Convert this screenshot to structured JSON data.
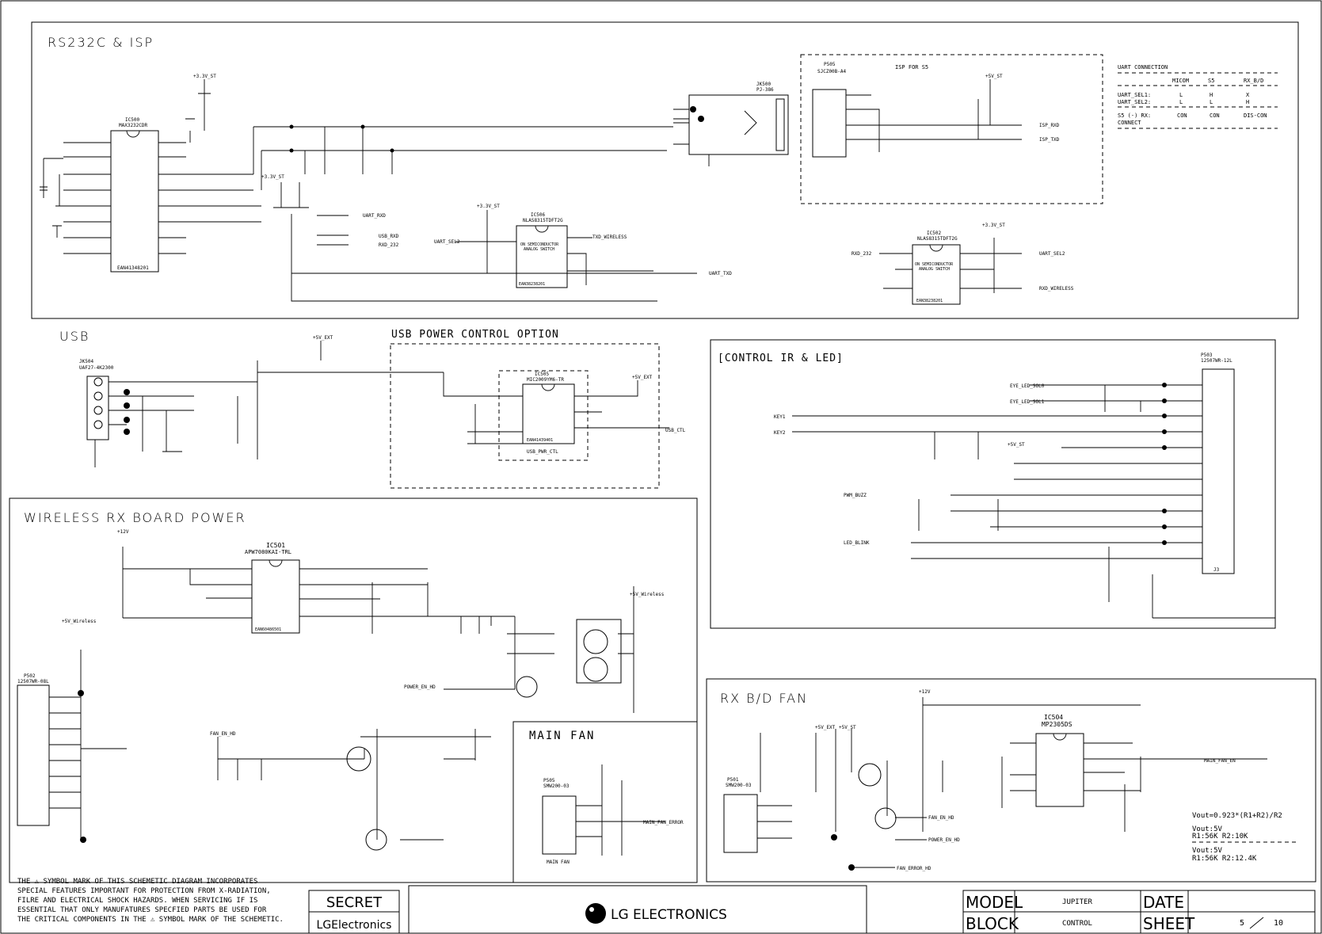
{
  "sections": {
    "rs232": "RS232C & ISP",
    "isp": "ISP FOR S5",
    "usb": "USB",
    "usb_power": "USB POWER CONTROL OPTION",
    "control": "[CONTROL IR & LED]",
    "wireless": "WIRELESS RX BOARD POWER",
    "main_fan": "MAIN FAN",
    "rx_fan": "RX B/D FAN"
  },
  "uart_table": {
    "title": "UART CONNECTION",
    "header": [
      "MICOM",
      "S5",
      "RX_B/D"
    ],
    "rows": [
      [
        "UART_SEL1:",
        "L",
        "H",
        "X"
      ],
      [
        "UART_SEL2:",
        "L",
        "L",
        "H"
      ],
      [
        "S5 (-) RX:",
        "CON",
        "CON",
        "DIS-CON"
      ]
    ],
    "note": "CONNECT"
  },
  "ics": {
    "ic500": {
      "ref": "IC500",
      "part": "MAX3232CDR",
      "bottom": "EAN41348201"
    },
    "ic506": {
      "ref": "IC506",
      "part": "NLAS8315TDFT2G",
      "sub": "ON SEMICONDUCTOR",
      "sub2": "ANALOG SWITCH",
      "bottom": "EAN38238201"
    },
    "ic502": {
      "ref": "IC502",
      "part": "NLAS8315TDFT2G",
      "sub": "ON SEMICONDUCTOR",
      "sub2": "ANALOG SWITCH",
      "bottom": "EAN38238201"
    },
    "ic505": {
      "ref": "IC505",
      "part": "MIC2009YM6-TR",
      "bottom": "EAN41439401"
    },
    "ic501": {
      "ref": "IC501",
      "part": "APW7080KAI-TRL",
      "bottom": "EAN60486501"
    },
    "ic504": {
      "ref": "IC504",
      "part": "MP2305DS"
    }
  },
  "connectors": {
    "p505": {
      "ref": "P505",
      "part": "SJCZ00B-A4"
    },
    "jk500": {
      "ref": "JK500",
      "part": "PJ-386"
    },
    "jk504": {
      "ref": "JK504",
      "part": "UAF27-4K2300"
    },
    "p503": {
      "ref": "P503",
      "part": "12507WR-12L",
      "bottom": "J3"
    },
    "p502": {
      "ref": "P502",
      "part": "12507WR-08L"
    },
    "p505fan": {
      "ref": "P505",
      "part": "SMW200-03",
      "bottom": "MAIN FAN"
    },
    "p501": {
      "ref": "P501",
      "part": "SMW200-03"
    }
  },
  "signals": {
    "isp_rxd": "ISP_RXD",
    "isp_txd": "ISP_TXD",
    "uart_rxd": "UART_RXD",
    "usb_rxd": "USB_RXD",
    "rxd_232": "RXD_232",
    "uart_sel2": "UART_SEL2",
    "txd_wireless": "TXD_WIRELESS",
    "uart_txd": "UART_TXD",
    "rxd_wireless": "RXD_WIRELESS",
    "usb_ctl": "USB_CTL",
    "usb_pwr_ctl": "USB_PWR_CTL",
    "power_en": "POWER_EN_HD",
    "fan_en": "FAN_EN_HD",
    "main_fan_err": "MAIN_FAN_ERROR",
    "main_fan_en": "MAIN_FAN_EN",
    "eye_led_sol0": "EYE_LED_SOL0",
    "eye_led_sol1": "EYE_LED_SOL1",
    "pwm_buzz": "PWM_BUZZ",
    "led_blink": "LED_BLINK",
    "key1": "KEY1",
    "key2": "KEY2",
    "plus5v_wireless": "+5V_Wireless",
    "plus12v": "+12V",
    "plus33v_st": "+3.3V_ST",
    "plus5v_ext": "+5V_EXT",
    "plus5v_st": "+5V_ST",
    "fan_error": "FAN_ERROR_HD"
  },
  "formula": {
    "line1": "Vout=0.923*(R1+R2)/R2",
    "line2": "Vout:5V",
    "line3": "R1:56K R2:10K",
    "line4": "Vout:5V",
    "line5": "R1:56K R2:12.4K"
  },
  "footer": {
    "warning": [
      "THE ⚠ SYMBOL MARK OF THIS SCHEMETIC DIAGRAM INCORPORATES",
      "SPECIAL FEATURES IMPORTANT FOR PROTECTION FROM X-RADIATION,",
      "FILRE AND ELECTRICAL SHOCK HAZARDS. WHEN SERVICING IF IS",
      "ESSENTIAL THAT ONLY MANUFATURES SPECFIED PARTS BE USED FOR",
      "THE CRITICAL COMPONENTS IN THE ⚠ SYMBOL MARK OF THE SCHEMETIC."
    ],
    "secret": "SECRET",
    "lgelectronics_small": "LGElectronics",
    "logo_text": "LG ELECTRONICS",
    "model_label": "MODEL",
    "model_value": "JUPITER",
    "block_label": "BLOCK",
    "block_value": "CONTROL",
    "date_label": "DATE",
    "sheet_label": "SHEET",
    "sheet_num": "5",
    "sheet_total": "10"
  }
}
